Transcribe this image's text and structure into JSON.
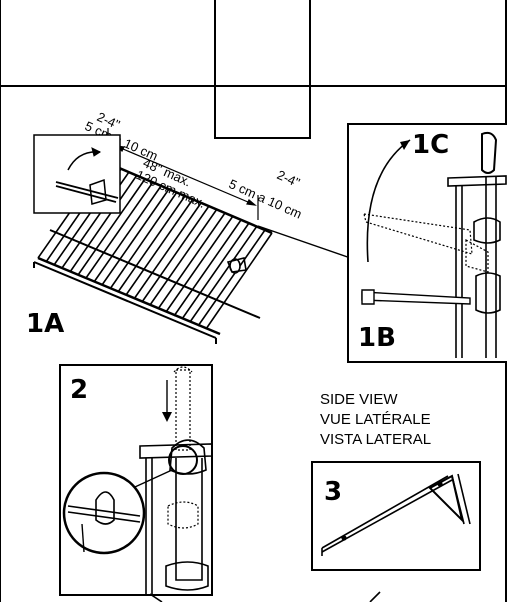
{
  "steps": {
    "s1a": "1A",
    "s1b": "1B",
    "s1c": "1C",
    "s2": "2",
    "s3": "3"
  },
  "dimensions": {
    "left_range_in": "2-4\"",
    "left_range_cm": "5 cm a 10 cm",
    "max_in": "48\" max.",
    "max_cm": "120 cm max.",
    "right_range_in": "2-4\"",
    "right_range_cm": "5 cm a 10 cm"
  },
  "side_view": {
    "en": "SIDE VIEW",
    "fr": "VUE LATÉRALE",
    "es": "VISTA LATERAL"
  }
}
